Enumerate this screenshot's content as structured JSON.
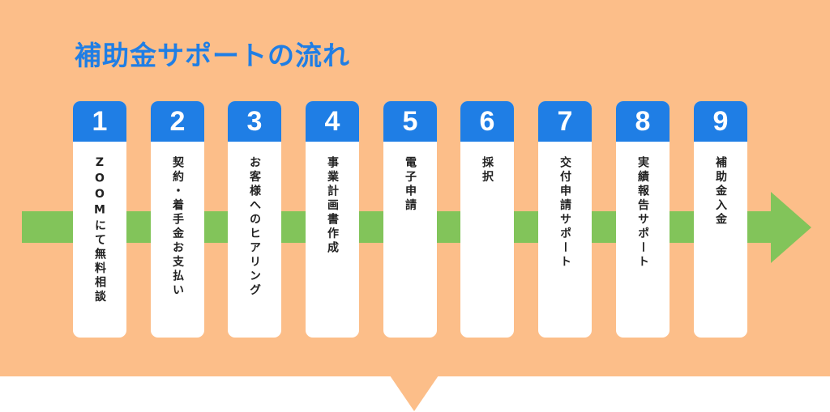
{
  "title": "補助金サポートの流れ",
  "colors": {
    "background": "#FCBE89",
    "accent_blue": "#1F7EE5",
    "arrow_green": "#82C45A",
    "card": "#FFFFFF"
  },
  "steps": [
    {
      "number": "1",
      "label": "ZOOMにて無料相談"
    },
    {
      "number": "2",
      "label": "契約・着手金お支払い"
    },
    {
      "number": "3",
      "label": "お客様へのヒアリング"
    },
    {
      "number": "4",
      "label": "事業計画書作成"
    },
    {
      "number": "5",
      "label": "電子申請"
    },
    {
      "number": "6",
      "label": "採択"
    },
    {
      "number": "7",
      "label": "交付申請サポート"
    },
    {
      "number": "8",
      "label": "実績報告サポート"
    },
    {
      "number": "9",
      "label": "補助金入金"
    }
  ]
}
